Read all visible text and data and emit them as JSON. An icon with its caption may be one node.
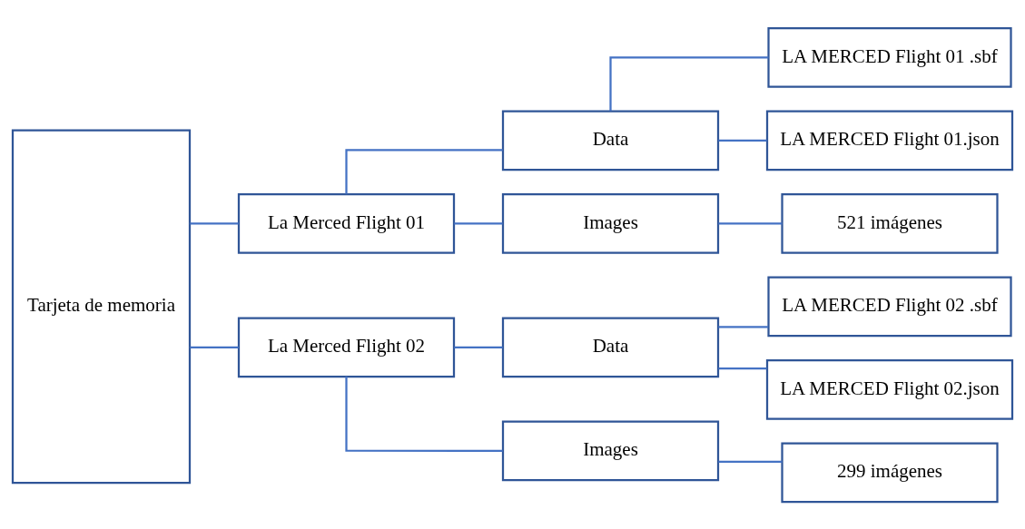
{
  "diagram": {
    "nodes": [
      {
        "text": [
          "Tarjeta de memoria"
        ]
      },
      {
        "text": [
          "La Merced Flight 01"
        ]
      },
      {
        "text": [
          "Data"
        ]
      },
      {
        "text": [
          "LA MERCED Flight 01 .sbf"
        ]
      },
      {
        "text": [
          "LA MERCED Flight 01.json"
        ]
      },
      {
        "text": [
          "Images"
        ]
      },
      {
        "text": [
          "521 imágenes"
        ]
      },
      {
        "text": [
          "La Merced Flight 02"
        ]
      },
      {
        "text": [
          "Data"
        ]
      },
      {
        "text": [
          "LA MERCED Flight 02 .sbf"
        ]
      },
      {
        "text": [
          "LA MERCED Flight 02.json"
        ]
      },
      {
        "text": [
          "Images"
        ]
      },
      {
        "text": [
          "299 imágenes"
        ]
      }
    ],
    "edges": [
      {
        "from": 0,
        "to": 1,
        "arrow": "none"
      },
      {
        "from": 0,
        "to": 7,
        "arrow": "none"
      },
      {
        "from": 1,
        "to": 2,
        "arrow": "none"
      },
      {
        "from": 1,
        "to": 5,
        "arrow": "none"
      },
      {
        "from": 2,
        "to": 3,
        "arrow": "none"
      },
      {
        "from": 2,
        "to": 4,
        "arrow": "none"
      },
      {
        "from": 5,
        "to": 6,
        "arrow": "none"
      },
      {
        "from": 7,
        "to": 8,
        "arrow": "none"
      },
      {
        "from": 7,
        "to": 11,
        "arrow": "none"
      },
      {
        "from": 8,
        "to": 9,
        "arrow": "none"
      },
      {
        "from": 8,
        "to": 10,
        "arrow": "none"
      },
      {
        "from": 11,
        "to": 12,
        "arrow": "none"
      }
    ]
  }
}
